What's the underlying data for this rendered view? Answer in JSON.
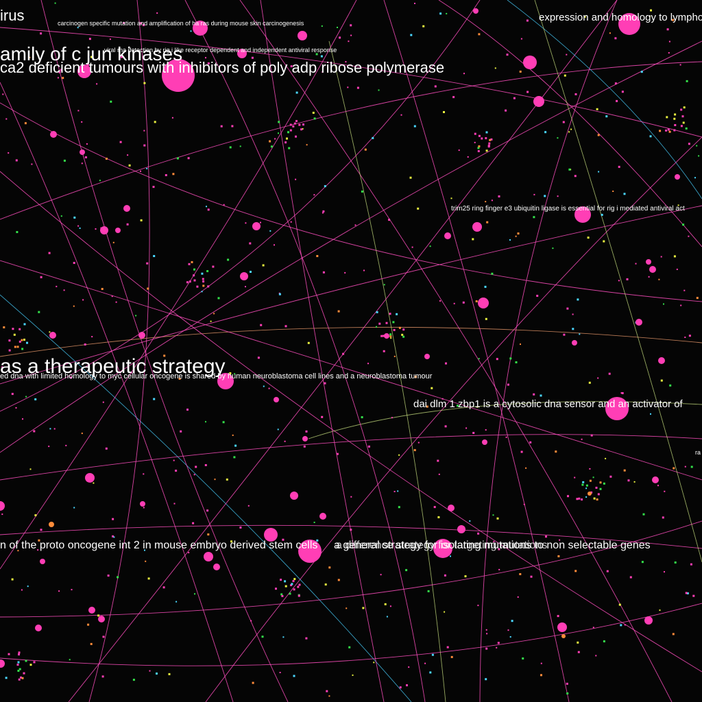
{
  "colors": {
    "background": "#050505",
    "node_primary": "#ff3eb5",
    "node_green": "#33e04a",
    "node_orange": "#ff8c3a",
    "node_cyan": "#4ad8ff",
    "node_yellow": "#e8f040",
    "edge_primary": "#ff4fc0",
    "edge_cyan": "#48d0ff",
    "edge_olive": "#c8e080",
    "edge_tan": "#f4a070",
    "label": "#ffffff"
  },
  "labels": [
    "irus",
    "carcinogen specific mutation and amplification of ha ras during mouse skin carcinogenesis",
    "expression and homology to lymphot",
    "amily of c jun kinases",
    "ca2 deficient tumours with inhibitors of poly adp ribose polymerase",
    "viral rna detection by rig i like receptor dependent and independent antiviral response",
    "trim25 ring finger e3 ubiquitin ligase is essential for rig i mediated antiviral act",
    "as a therapeutic strategy",
    "ed dna with limited homology to myc cellular oncogene is shared by human neuroblastoma cell lines and a neuroblastoma tumour",
    "dai dlm 1 zbp1 is a cytosolic dna sensor and an activator of",
    "ra",
    "n of the proto oncogene int 2 in mouse embryo derived stem cells",
    "a general strategy for isolating mutations to non selectable genes",
    "a difference strategy for targeting mutations"
  ]
}
